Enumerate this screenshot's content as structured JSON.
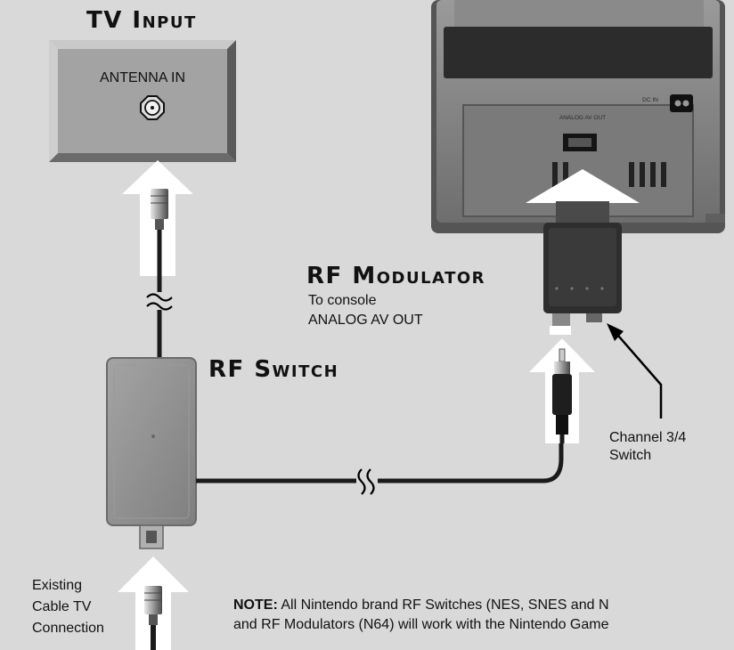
{
  "labels": {
    "tv_input": "TV Input",
    "antenna_in": "ANTENNA IN",
    "rf_modulator": "RF Modulator",
    "modulator_note_line1": "To console",
    "modulator_note_line2": "ANALOG AV OUT",
    "rf_switch": "RF Switch",
    "channel_line1": "Channel 3/4",
    "channel_line2": "Switch",
    "existing_line1": "Existing",
    "existing_line2": "Cable TV",
    "existing_line3": "Connection",
    "console_port_av": "ANALOG AV OUT",
    "console_port_dc": "DC IN"
  },
  "note": {
    "prefix": "NOTE:",
    "line1": " All Nintendo brand RF Switches (NES, SNES and N",
    "line2": "and RF Modulators (N64) will work with the Nintendo Game"
  },
  "colors": {
    "background": "#d9d9d9",
    "device_gray": "#8e8e8e",
    "arrow_white": "#ffffff",
    "cable_black": "#1a1a1a"
  }
}
